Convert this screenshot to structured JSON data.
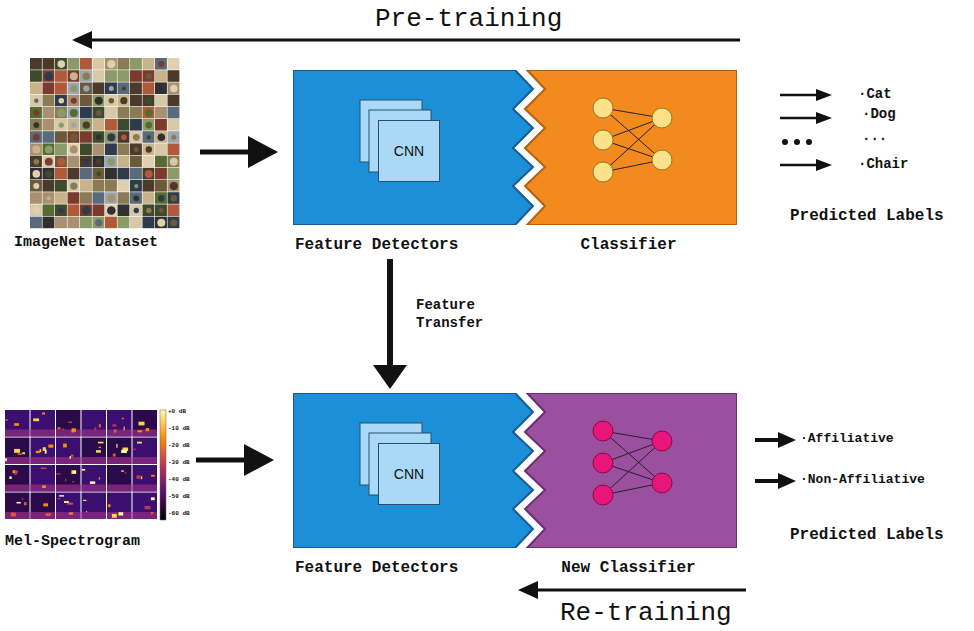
{
  "diagram": {
    "nodes": [
      {
        "text": [
          "Feature Detectors"
        ]
      },
      {
        "text": [
          "CNN"
        ],
        "in": 0
      },
      {
        "text": [
          "Classifier"
        ]
      },
      {
        "text": [
          "Feature Detectors"
        ]
      },
      {
        "text": [
          "CNN"
        ],
        "in": 3
      },
      {
        "text": [
          "New Classifier"
        ]
      }
    ],
    "edges": [
      {
        "from": 0,
        "to": 3,
        "label": "Feature Transfer",
        "arrow": "to"
      }
    ],
    "labels": [
      "Pre-training",
      "ImageNet Dataset",
      "·Cat",
      "·Dog",
      "...",
      "·Chair",
      "Predicted Labels",
      "+0 dB",
      "-10 dB",
      "-20 dB",
      "-30 dB",
      "-40 dB",
      "-50 dB",
      "-60 dB",
      "Mel-Spectrogram",
      "·Affiliative",
      "·Non-Affiliative",
      "Predicted Labels",
      "Re-training"
    ]
  }
}
